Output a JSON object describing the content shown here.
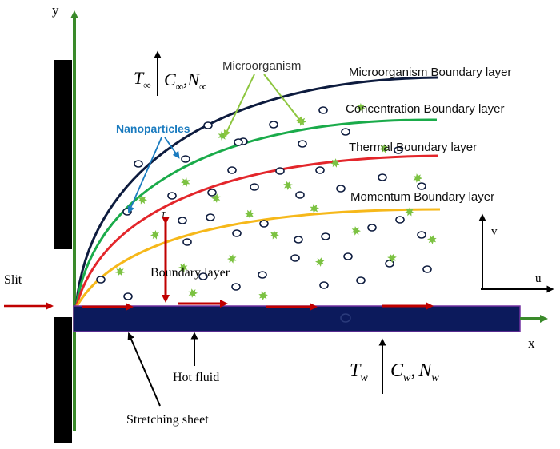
{
  "labels": {
    "y_axis": "y",
    "x_axis": "x",
    "v_axis": "v",
    "u_axis": "u",
    "slit": "Slit",
    "boundary_layer": "Boundary layer",
    "hot_fluid": "Hot fluid",
    "stretching_sheet": "Stretching sheet",
    "microorganism": "Microorganism",
    "nanoparticles": "Nanoparticles",
    "microorganism_boundary_layer": "Microorganism Boundary layer",
    "concentration_boundary_layer": "Concentration Boundary layer",
    "thermal_boundary_layer": "Thermal Boundary layer",
    "momentum_boundary_layer": "Momentum Boundary layer"
  },
  "symbols": {
    "ambient_T": "T",
    "ambient_T_sub": "∞",
    "ambient_rest": "C",
    "ambient_rest_sub": "∞",
    "ambient_N": "N",
    "ambient_N_sub": "∞",
    "wall_T": "T",
    "wall_T_sub": "w",
    "wall_C": "C",
    "wall_C_sub": "w",
    "wall_N": "N",
    "wall_N_sub": "w",
    "comma": ",",
    "small_t": "T"
  },
  "colors": {
    "microorganism_layer": "#0d1b3e",
    "concentration_layer": "#1aab4a",
    "thermal_layer": "#e3262b",
    "momentum_layer": "#f6b81a",
    "sheet": "#0c1a5c",
    "axis_green": "#3a8a2a",
    "arrow_red": "#c00000",
    "nanoparticle_label": "#1a7bbf",
    "microorganism_label": "#8dc63f",
    "particle_green": "#7cc242"
  },
  "particles": {
    "nanoparticle_count": 42,
    "microorganism_count": 24
  }
}
